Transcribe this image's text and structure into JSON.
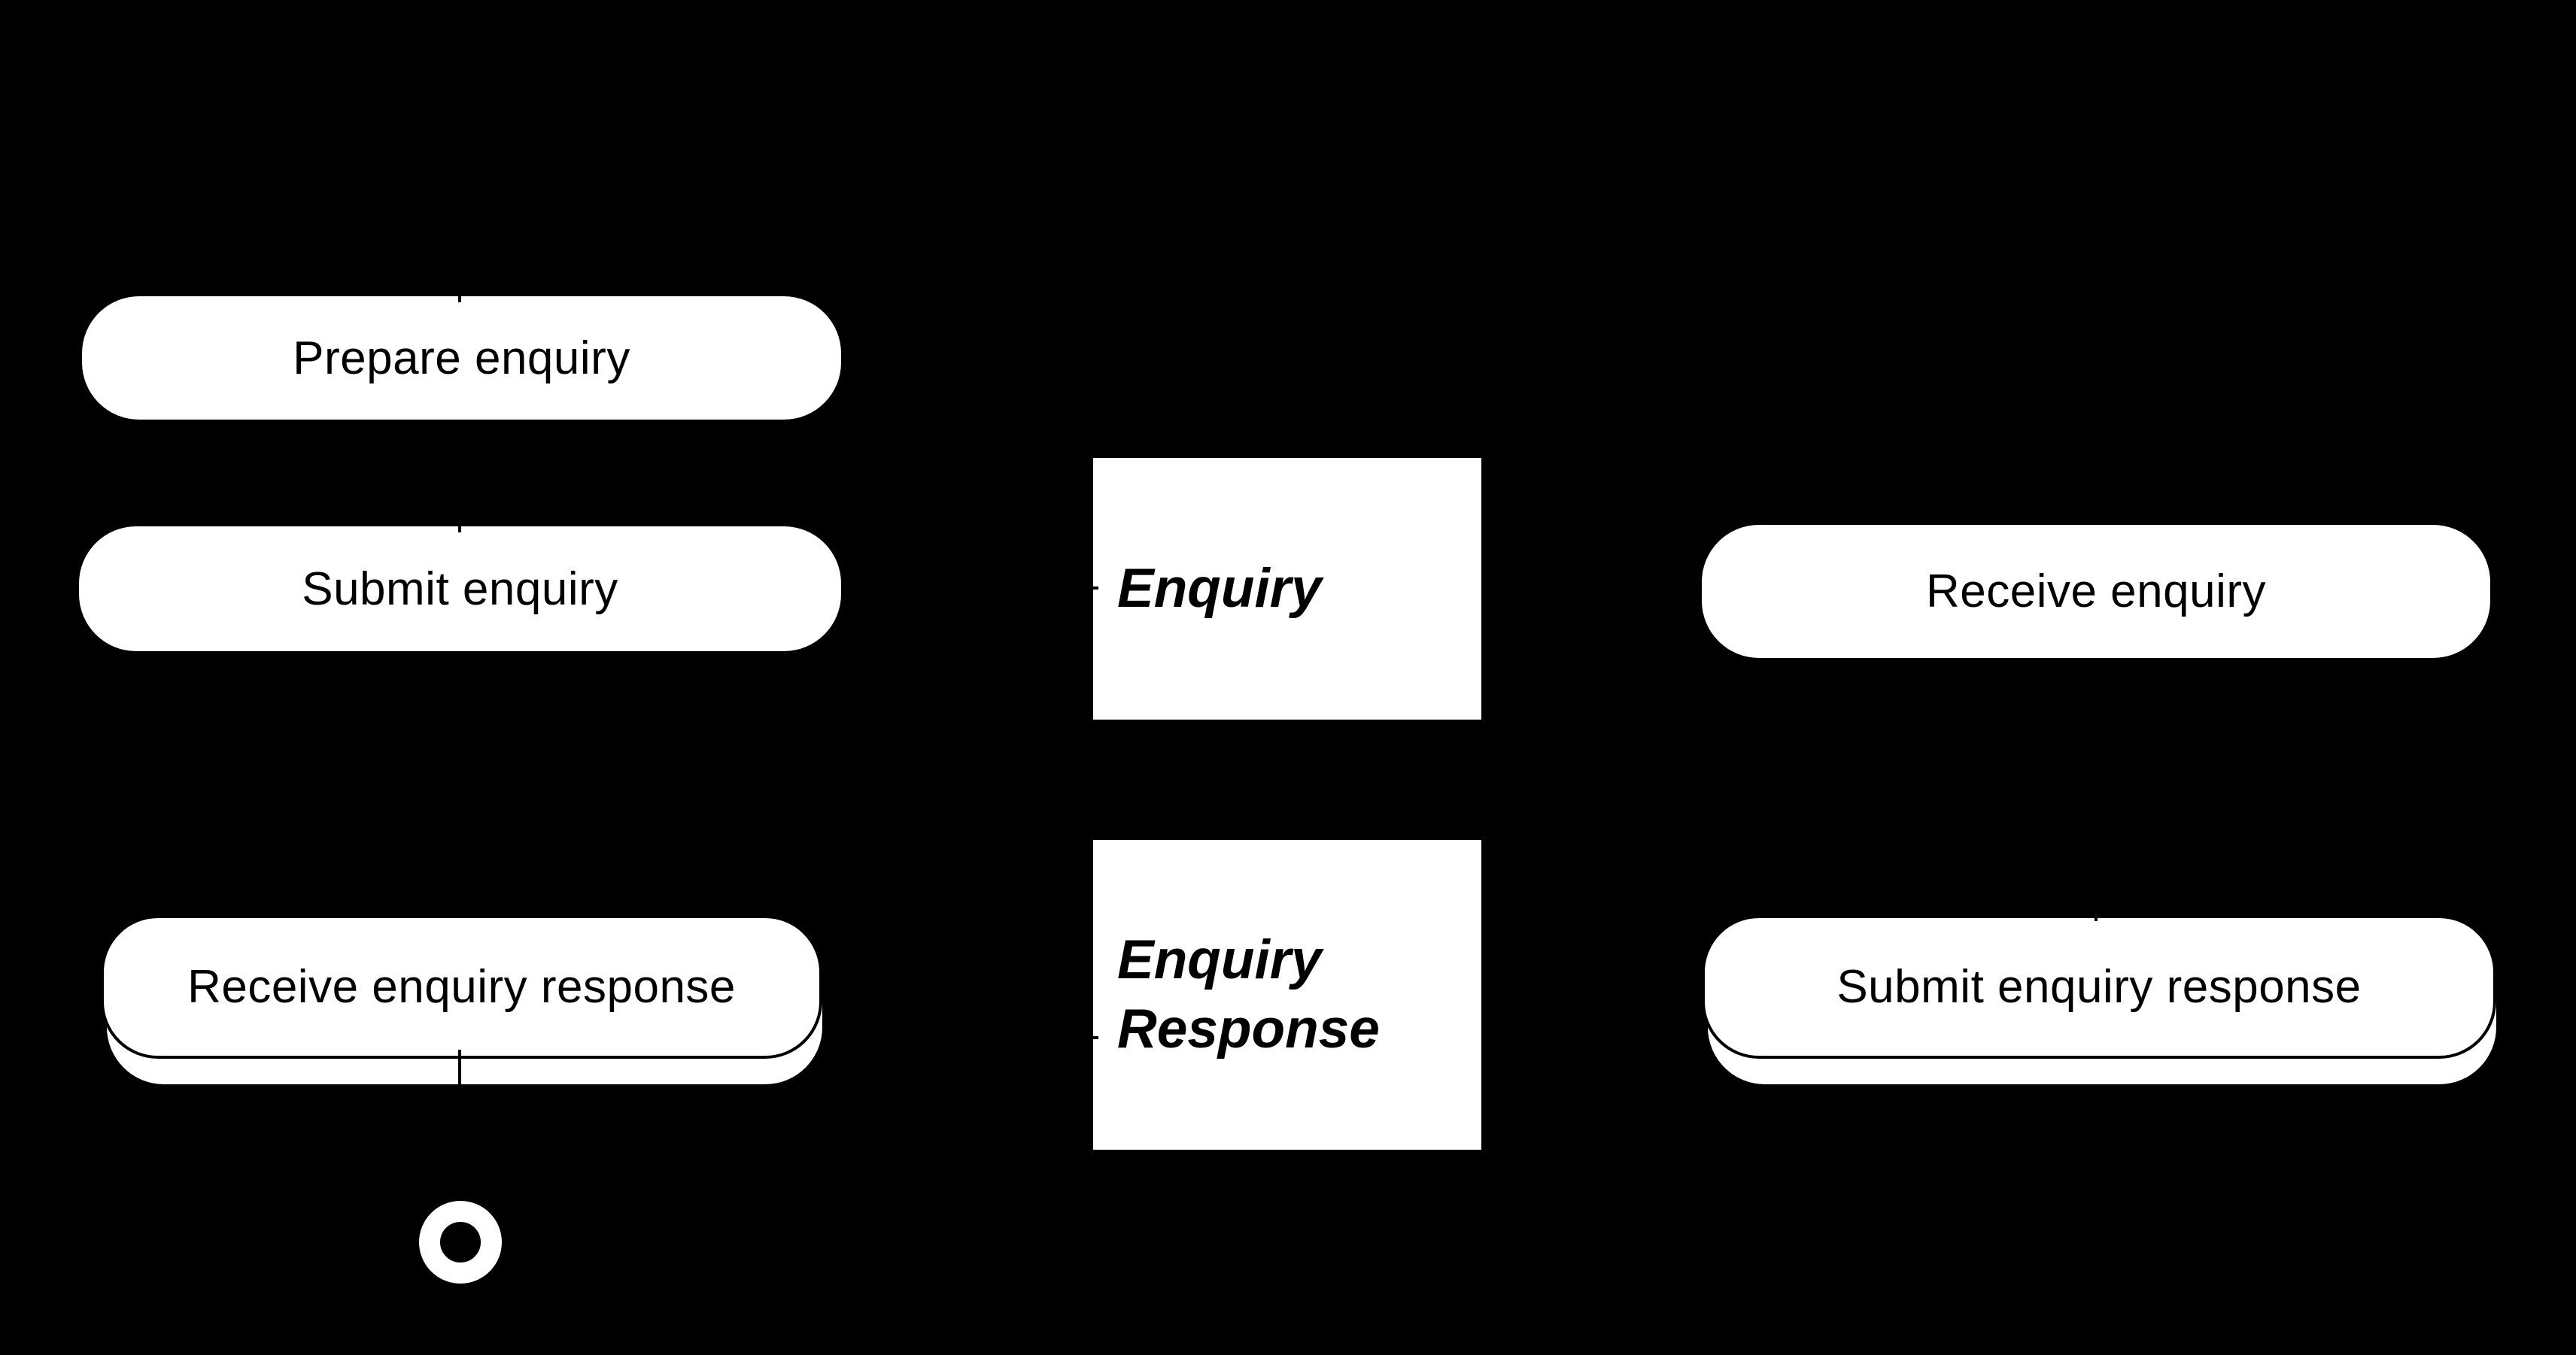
{
  "diagram": {
    "background_color": "#000000",
    "shape_fill_color": "#ffffff",
    "shape_text_color": "#000000",
    "nodes": {
      "prepare_enquiry": {
        "label": "Prepare enquiry",
        "type": "rounded-task"
      },
      "submit_enquiry": {
        "label": "Submit enquiry",
        "type": "rounded-task"
      },
      "enquiry": {
        "label": "Enquiry",
        "type": "data-object"
      },
      "receive_enquiry": {
        "label": "Receive enquiry",
        "type": "rounded-task"
      },
      "enquiry_response": {
        "label": "Enquiry Response",
        "type": "data-object"
      },
      "receive_enquiry_response": {
        "label": "Receive enquiry response",
        "type": "rounded-task-stacked"
      },
      "submit_enquiry_response": {
        "label": "Submit enquiry response",
        "type": "rounded-task-stacked"
      },
      "end_event": {
        "label": "",
        "type": "end-event-ring"
      }
    }
  }
}
